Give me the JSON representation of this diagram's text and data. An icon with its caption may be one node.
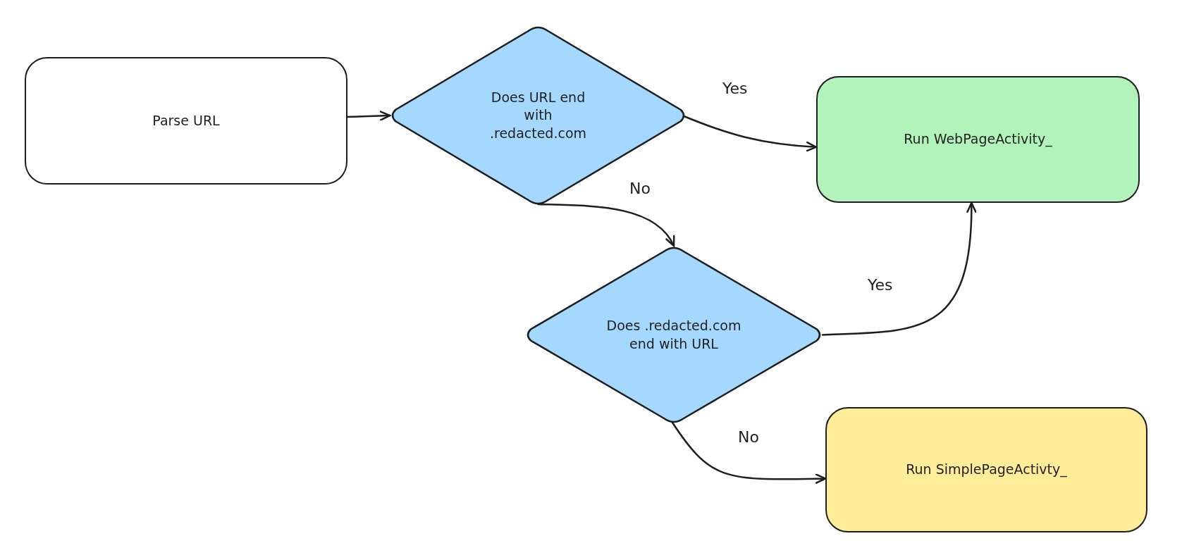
{
  "diagram": {
    "nodes": [
      {
        "text": [
          "Parse URL"
        ]
      },
      {
        "text": [
          "Does URL end with .redacted.com"
        ]
      },
      {
        "text": [
          "Run WebPageActivity_"
        ]
      },
      {
        "text": [
          "Does .redacted.com end with URL"
        ]
      },
      {
        "text": [
          "Run SimplePageActivty_"
        ]
      }
    ],
    "edges": [
      {
        "from": 0,
        "to": 1,
        "arrow": "to"
      },
      {
        "from": 1,
        "to": 2,
        "arrow": "to",
        "label": "Yes"
      },
      {
        "from": 1,
        "to": 3,
        "arrow": "to",
        "label": "No"
      },
      {
        "from": 3,
        "to": 2,
        "arrow": "to",
        "label": "Yes"
      },
      {
        "from": 3,
        "to": 4,
        "arrow": "to",
        "label": "No"
      }
    ]
  }
}
